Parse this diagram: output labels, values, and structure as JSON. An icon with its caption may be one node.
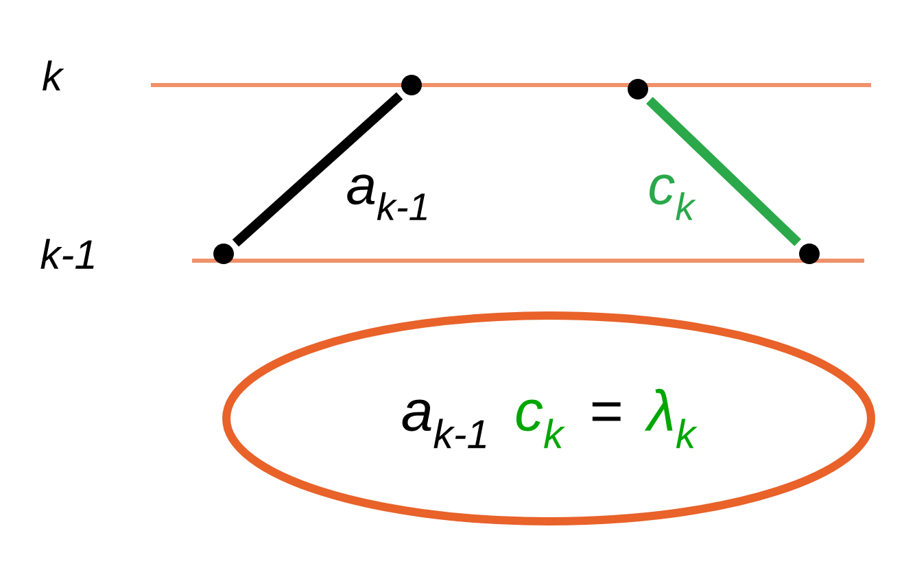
{
  "diagram": {
    "nodes": [
      {
        "text": [],
        "shape": "circle"
      },
      {
        "text": [],
        "shape": "circle"
      },
      {
        "text": [],
        "shape": "circle"
      },
      {
        "text": [],
        "shape": "circle"
      },
      {
        "text": [
          "a$_{k-1}$",
          "c$_{k}$",
          "=",
          "λ$_{k}$"
        ]
      }
    ],
    "edges": [
      {
        "from": 2,
        "to": 0,
        "arrow": "none",
        "label": "a$_{k-1}$"
      },
      {
        "from": 1,
        "to": 3,
        "arrow": "none",
        "label": "c$_{k}$",
        "color": "#2aa84a"
      }
    ],
    "labels": [
      "k",
      "k-1"
    ]
  }
}
